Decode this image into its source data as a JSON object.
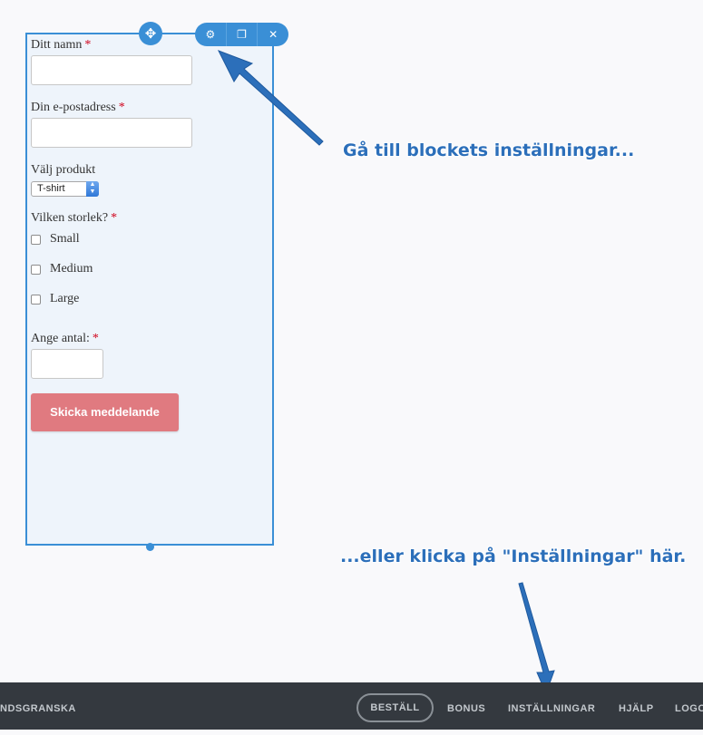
{
  "form": {
    "name_label": "Ditt namn",
    "email_label": "Din e-postadress",
    "product_label": "Välj produkt",
    "product_selected": "T-shirt",
    "size_label": "Vilken storlek?",
    "size_options": [
      "Small",
      "Medium",
      "Large"
    ],
    "quantity_label": "Ange antal:",
    "required_marker": "*",
    "submit_label": "Skicka meddelande"
  },
  "block_toolbar": {
    "move_icon": "move-icon",
    "settings_icon": "gear-icon",
    "duplicate_icon": "duplicate-icon",
    "delete_icon": "close-icon"
  },
  "callouts": {
    "settings_hint": "Gå till blockets inställningar...",
    "menu_hint": "...eller klicka på \"Inställningar\" här."
  },
  "bottom_nav": {
    "preview": "NDSGRANSKA",
    "order": "BESTÄLL",
    "bonus": "BONUS",
    "settings": "INSTÄLLNINGAR",
    "help": "HJÄLP",
    "logout": "LOGO"
  },
  "colors": {
    "accent": "#3a8fd6",
    "submit": "#e07a80",
    "callout_text": "#2c6fba",
    "bottom_bar": "#34393f",
    "required": "#d0021b"
  }
}
